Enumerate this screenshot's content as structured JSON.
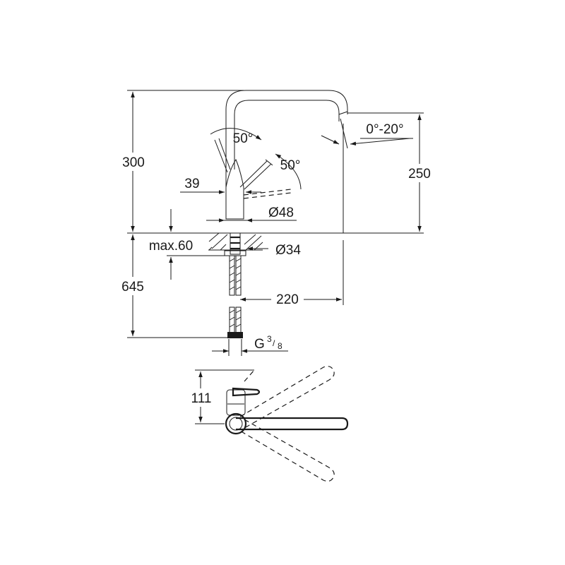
{
  "dimensions": {
    "height_total": "300",
    "spout_height": "250",
    "swivel_angle": "0°-20°",
    "lever_angle_top": "50°",
    "lever_angle_side": "50°",
    "lever_offset": "39",
    "body_diameter": "Ø48",
    "hole_diameter": "Ø34",
    "max_thickness": "max.60",
    "hose_length": "645",
    "spout_reach": "220",
    "thread_prefix": "G",
    "thread_numerator": "3",
    "thread_denominator": "8",
    "top_view_depth": "111"
  }
}
